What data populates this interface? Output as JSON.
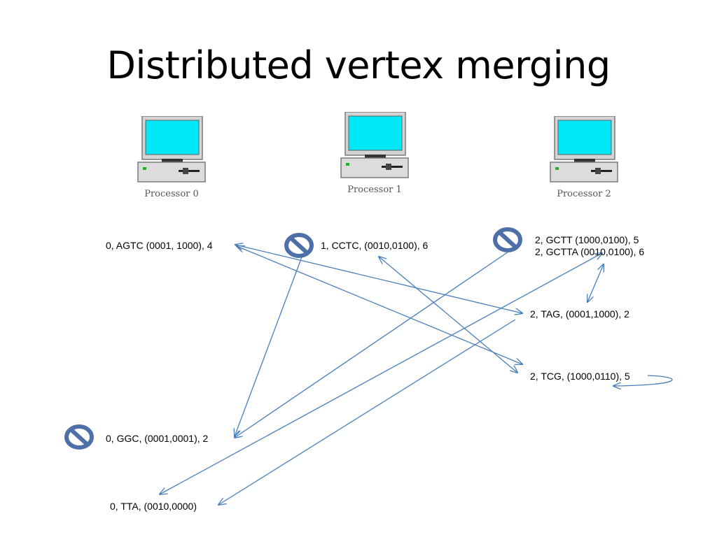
{
  "title": "Distributed vertex merging",
  "processors": [
    {
      "id": "p0",
      "label": "Processor 0"
    },
    {
      "id": "p1",
      "label": "Processor 1"
    },
    {
      "id": "p2",
      "label": "Processor 2"
    }
  ],
  "nodes": [
    {
      "id": "agtc",
      "label": "0, AGTC  (0001, 1000), 4",
      "blocked": false
    },
    {
      "id": "cctc",
      "label": "1, CCTC,  (0010,0100), 6",
      "blocked": true
    },
    {
      "id": "gctt",
      "label": "2, GCTT  (1000,0100), 5",
      "blocked": true
    },
    {
      "id": "gctta",
      "label": "2, GCTTA  (0010,0100), 6",
      "blocked": false
    },
    {
      "id": "tag",
      "label": "2, TAG,  (0001,1000), 2",
      "blocked": false
    },
    {
      "id": "tcg",
      "label": "2, TCG,  (1000,0110), 5",
      "blocked": false
    },
    {
      "id": "ggc",
      "label": "0, GGC,  (0001,0001), 2",
      "blocked": true
    },
    {
      "id": "tta",
      "label": "0, TTA,  (0010,0000)",
      "blocked": false
    }
  ],
  "edges": [
    {
      "from": "agtc",
      "to": "tag",
      "direction": "both"
    },
    {
      "from": "agtc",
      "to": "tcg",
      "direction": "both"
    },
    {
      "from": "cctc",
      "to": "ggc",
      "direction": "to"
    },
    {
      "from": "gctt",
      "to": "ggc",
      "direction": "to"
    },
    {
      "from": "gctta",
      "to": "tta",
      "direction": "both"
    },
    {
      "from": "tag",
      "to": "tta",
      "direction": "to"
    },
    {
      "from": "cctc",
      "to": "tcg",
      "direction": "both"
    },
    {
      "from": "gctta",
      "to": "tag",
      "direction": "both"
    },
    {
      "from": "tcg",
      "to": "tcg",
      "direction": "self"
    }
  ],
  "colors": {
    "edge": "#4a7ebb",
    "screen": "#00e8f8",
    "no_sign": "#4f6fa8"
  }
}
